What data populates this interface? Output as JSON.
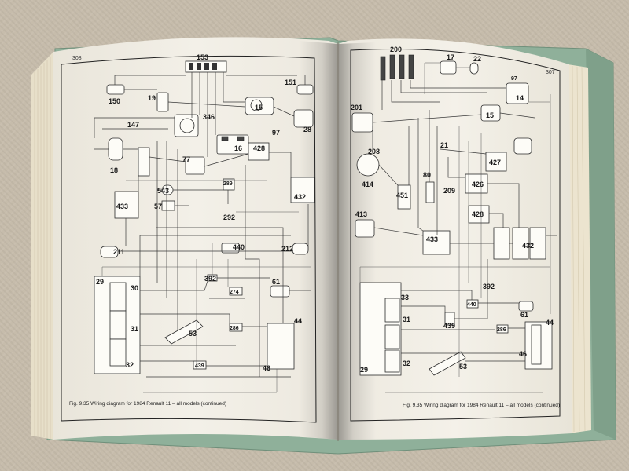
{
  "photo": {
    "subject": "open workshop manual showing wiring diagrams",
    "colors": {
      "background": "#c6bcab",
      "paper": "#f1eee6",
      "cover": "#8fb09a"
    }
  },
  "left_page": {
    "page_number": "308",
    "caption": "Fig. 9.35 Wiring diagram for 1984 Renault 11 – all models (continued)",
    "component_numbers": [
      "153",
      "150",
      "151",
      "19",
      "15",
      "346",
      "147",
      "16",
      "97",
      "28",
      "18",
      "428",
      "77",
      "289",
      "432",
      "543",
      "433",
      "57",
      "292",
      "440",
      "211",
      "212",
      "29",
      "30",
      "392",
      "61",
      "274",
      "31",
      "44",
      "53",
      "286",
      "32",
      "439",
      "46"
    ]
  },
  "right_page": {
    "page_number": "307",
    "caption": "Fig. 9.35 Wiring diagram for 1984 Renault 11 – all models (continued)",
    "component_numbers": [
      "200",
      "17",
      "22",
      "97",
      "201",
      "14",
      "15",
      "21",
      "208",
      "427",
      "414",
      "451",
      "80",
      "209",
      "426",
      "413",
      "428",
      "433",
      "432",
      "392",
      "33",
      "440",
      "31",
      "439",
      "61",
      "286",
      "44",
      "46",
      "29",
      "53",
      "32"
    ]
  }
}
